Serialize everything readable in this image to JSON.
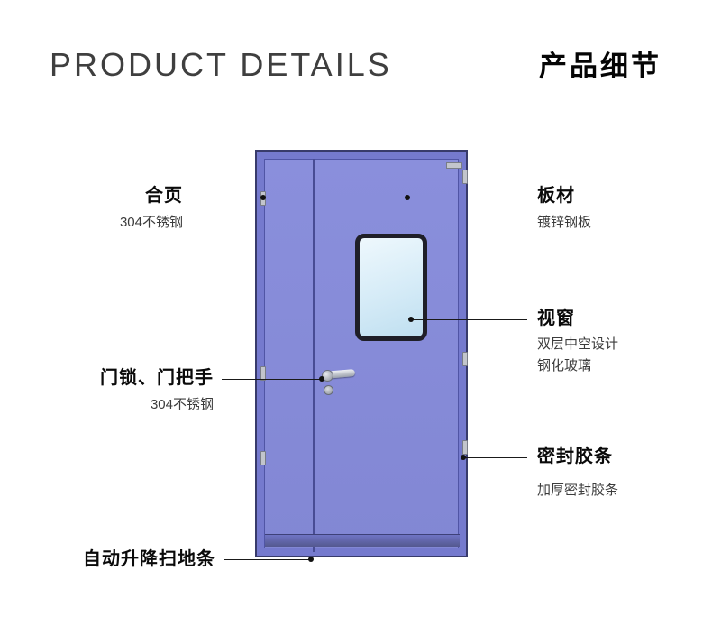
{
  "header": {
    "title_en": "PRODUCT DETAILS",
    "title_zh": "产品细节"
  },
  "annotations": {
    "hinge": {
      "label": "合页",
      "sub": "304不锈钢"
    },
    "panel": {
      "label": "板材",
      "sub": "镀锌钢板"
    },
    "window": {
      "label": "视窗",
      "sub1": "双层中空设计",
      "sub2": "钢化玻璃"
    },
    "lock": {
      "label": "门锁、门把手",
      "sub": "304不锈钢"
    },
    "seal": {
      "label": "密封胶条",
      "sub": "加厚密封胶条"
    },
    "sweep": {
      "label": "自动升降扫地条"
    }
  },
  "colors": {
    "door_frame": "#757ace",
    "door_leaf": "#888dd9",
    "door_outline": "#383b6b",
    "window_border": "#1f1f28",
    "window_glass_top": "#eef8fd",
    "window_glass_bottom": "#bfdff0",
    "hardware_gray": "#c2c5cc",
    "callout_line": "#1a1a1a",
    "title_en_color": "#3f3f3f",
    "title_zh_color": "#050505"
  }
}
